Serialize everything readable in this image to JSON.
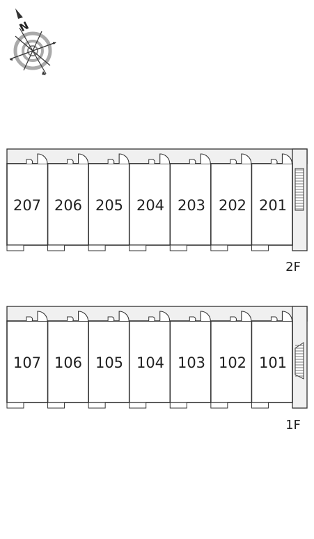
{
  "compass": {
    "north_label": "N",
    "icon": "compass-icon"
  },
  "floors": [
    {
      "label": "2F",
      "rooms": [
        "207",
        "206",
        "205",
        "204",
        "203",
        "202",
        "201"
      ]
    },
    {
      "label": "1F",
      "rooms": [
        "107",
        "106",
        "105",
        "104",
        "103",
        "102",
        "101"
      ]
    }
  ],
  "colors": {
    "corridor": "#f0f0f0",
    "line": "#333333"
  }
}
